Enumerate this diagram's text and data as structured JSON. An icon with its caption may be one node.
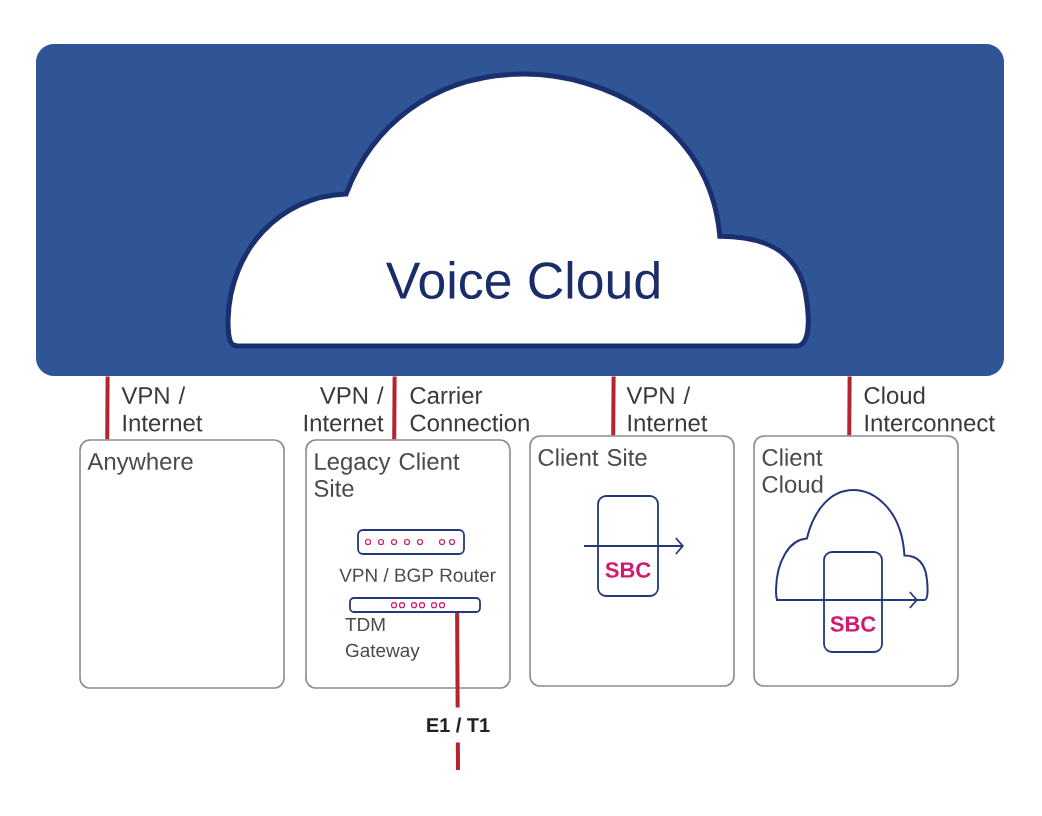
{
  "diagram": {
    "nodes": [
      {
        "text": [],
        "shape": "box"
      },
      {
        "text": [
          "Voice Cloud"
        ],
        "in": 0
      },
      {
        "text": [
          "Anywhere"
        ]
      },
      {
        "text": [
          "Legacy Client Site"
        ]
      },
      {
        "text": [
          "VPN / BGP Router"
        ],
        "in": 3
      },
      {
        "text": [
          "TDM Gateway"
        ],
        "in": 3
      },
      {
        "text": [
          "Client Site"
        ]
      },
      {
        "text": [
          "SBC"
        ],
        "in": 6
      },
      {
        "text": [
          "Client Cloud"
        ]
      },
      {
        "text": [],
        "shape": "cloud",
        "in": 8
      },
      {
        "text": [
          "SBC"
        ],
        "in": 8
      }
    ],
    "edges": [
      {
        "from": 0,
        "to": 2,
        "arrow": "none",
        "label": "VPN / Internet"
      },
      {
        "from": 0,
        "to": 3,
        "arrow": "none",
        "label": "Carrier Connection"
      },
      {
        "from": 0,
        "to": 6,
        "arrow": "none",
        "label": "VPN / Internet"
      },
      {
        "from": 0,
        "to": 8,
        "arrow": "none",
        "label": "Cloud Interconnect"
      },
      {
        "from": 5,
        "to": null,
        "arrow": "none",
        "label": "E1 / T1"
      }
    ],
    "labels": [
      "VPN / Internet"
    ]
  }
}
